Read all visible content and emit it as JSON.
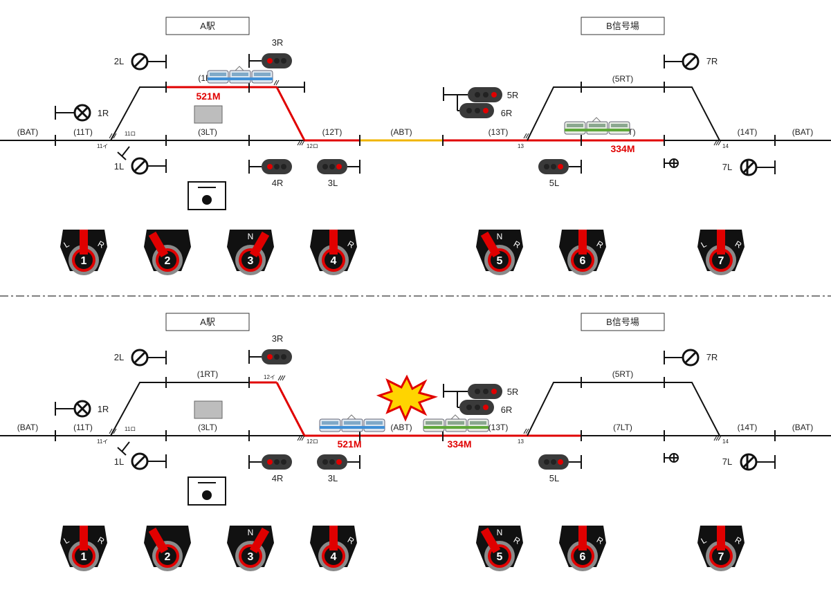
{
  "colors": {
    "track": "#111111",
    "occupied": "#e00000",
    "caution": "#f0b400",
    "lever_red": "#e00000",
    "lever_body": "#111111",
    "lever_ring": "#8a8a8a",
    "lamp_off": "#3a3a3a",
    "lamp_red": "#e00000",
    "train_blue": "#3f8fd6",
    "train_green": "#5fa83a",
    "explosion": "#ffd400"
  },
  "icons": {
    "stop_signal": "circle-slash-icon",
    "closed_signal": "circle-x-icon",
    "lamp_head": "signal-head-icon",
    "lever": "lever-icon",
    "button": "push-button-icon",
    "train": "train-icon",
    "collision": "explosion-icon",
    "shunt": "shunt-marker-icon"
  },
  "panels": [
    {
      "id": "before",
      "stations": [
        "A駅",
        "B信号場"
      ],
      "track_labels": [
        "(BAT)",
        "(11T)",
        "(3LT)",
        "(12T)",
        "(ABT)",
        "(13T)",
        "(BAT)",
        "(1R",
        "(5RT)",
        "(14T)",
        "T)"
      ],
      "point_labels": [
        "11イ",
        "11ロ",
        "12ロ",
        "13",
        "14"
      ],
      "signals": [
        "2L",
        "1R",
        "3R",
        "1L",
        "4R",
        "3L",
        "5R",
        "6R",
        "5L",
        "7R",
        "7L"
      ],
      "trains": [
        {
          "number": "521M",
          "color": "#e00000"
        },
        {
          "number": "334M",
          "color": "#e00000"
        }
      ],
      "levers": [
        {
          "number": "1",
          "left": "L",
          "right": "R"
        },
        {
          "number": "2",
          "left": "",
          "right": ""
        },
        {
          "number": "3",
          "left": "",
          "right": "N"
        },
        {
          "number": "4",
          "left": "",
          "right": "R"
        },
        {
          "number": "5",
          "left": "N",
          "right": "R"
        },
        {
          "number": "6",
          "left": "",
          "right": "R"
        },
        {
          "number": "7",
          "left": "L",
          "right": "R"
        }
      ]
    },
    {
      "id": "after",
      "stations": [
        "A駅",
        "B信号場"
      ],
      "track_labels": [
        "(BAT)",
        "(11T)",
        "(3LT)",
        "(1RT)",
        "(ABT)",
        "(13T)",
        "(5RT)",
        "(7LT)",
        "(14T)",
        "(BAT)"
      ],
      "point_labels": [
        "11イ",
        "11ロ",
        "12イ",
        "12ロ",
        "13",
        "14"
      ],
      "signals": [
        "2L",
        "1R",
        "3R",
        "1L",
        "4R",
        "3L",
        "5R",
        "6R",
        "5L",
        "7R",
        "7L"
      ],
      "trains": [
        {
          "number": "521M",
          "color": "#e00000"
        },
        {
          "number": "334M",
          "color": "#e00000"
        }
      ],
      "levers": [
        {
          "number": "1",
          "left": "L",
          "right": "R"
        },
        {
          "number": "2",
          "left": "",
          "right": ""
        },
        {
          "number": "3",
          "left": "",
          "right": "N"
        },
        {
          "number": "4",
          "left": "",
          "right": "R"
        },
        {
          "number": "5",
          "left": "N",
          "right": "R"
        },
        {
          "number": "6",
          "left": "",
          "right": "R"
        },
        {
          "number": "7",
          "left": "L",
          "right": "R"
        }
      ]
    }
  ]
}
